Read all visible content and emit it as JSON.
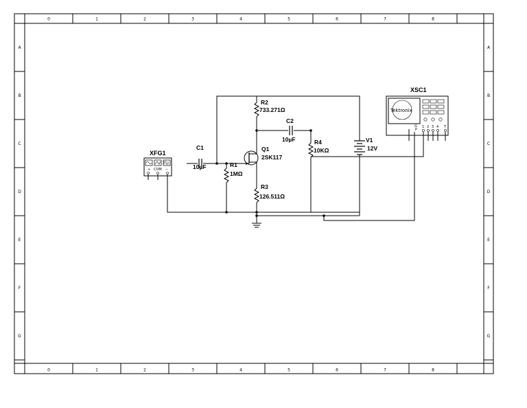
{
  "sheet": {
    "columns": [
      "0",
      "1",
      "2",
      "3",
      "4",
      "5",
      "6",
      "7",
      "8"
    ],
    "rows": [
      "A",
      "B",
      "C",
      "D",
      "E",
      "F",
      "G"
    ]
  },
  "components": {
    "xfg1": {
      "ref": "XFG1",
      "plus": "+",
      "com": "COM",
      "minus": "−"
    },
    "c1": {
      "ref": "C1",
      "value": "10µF"
    },
    "r1": {
      "ref": "R1",
      "value": "1MΩ"
    },
    "q1": {
      "ref": "Q1",
      "value": "2SK117"
    },
    "r2": {
      "ref": "R2",
      "value": "733.271Ω"
    },
    "r3": {
      "ref": "R3",
      "value": "126.511Ω"
    },
    "c2": {
      "ref": "C2",
      "value": "10µF"
    },
    "r4": {
      "ref": "R4",
      "value": "10KΩ"
    },
    "v1": {
      "ref": "V1",
      "value": "12V"
    },
    "xsc1": {
      "ref": "XSC1",
      "brand": "Tektronix",
      "p_label": "P",
      "g_label": "G",
      "t_label": "T",
      "channels": [
        "1",
        "2",
        "3",
        "4"
      ]
    }
  }
}
